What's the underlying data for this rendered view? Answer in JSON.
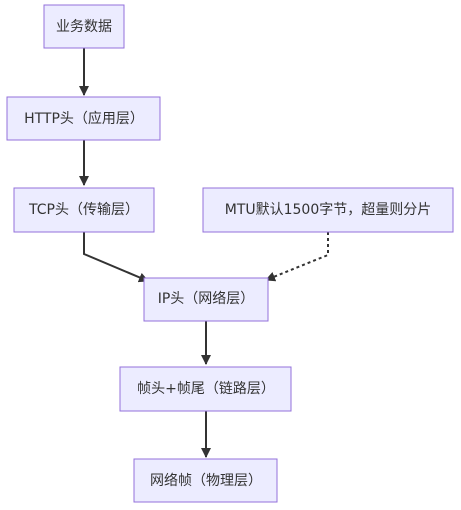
{
  "diagram": {
    "type": "flowchart",
    "nodes": {
      "business_data": "业务数据",
      "http_header": "HTTP头（应用层）",
      "tcp_header": "TCP头（传输层）",
      "mtu_note": "MTU默认1500字节，超量则分片",
      "ip_header": "IP头（网络层）",
      "frame_header_trailer": "帧头+帧尾（链路层）",
      "network_frame": "网络帧（物理层）"
    },
    "edges": [
      {
        "from": "business_data",
        "to": "http_header",
        "style": "solid"
      },
      {
        "from": "http_header",
        "to": "tcp_header",
        "style": "solid"
      },
      {
        "from": "tcp_header",
        "to": "ip_header",
        "style": "solid"
      },
      {
        "from": "mtu_note",
        "to": "ip_header",
        "style": "dotted"
      },
      {
        "from": "ip_header",
        "to": "frame_header_trailer",
        "style": "solid"
      },
      {
        "from": "frame_header_trailer",
        "to": "network_frame",
        "style": "solid"
      }
    ],
    "colors": {
      "node_fill": "#ECECFF",
      "node_border": "#9370DB",
      "edge": "#333333",
      "text": "#333333"
    }
  }
}
